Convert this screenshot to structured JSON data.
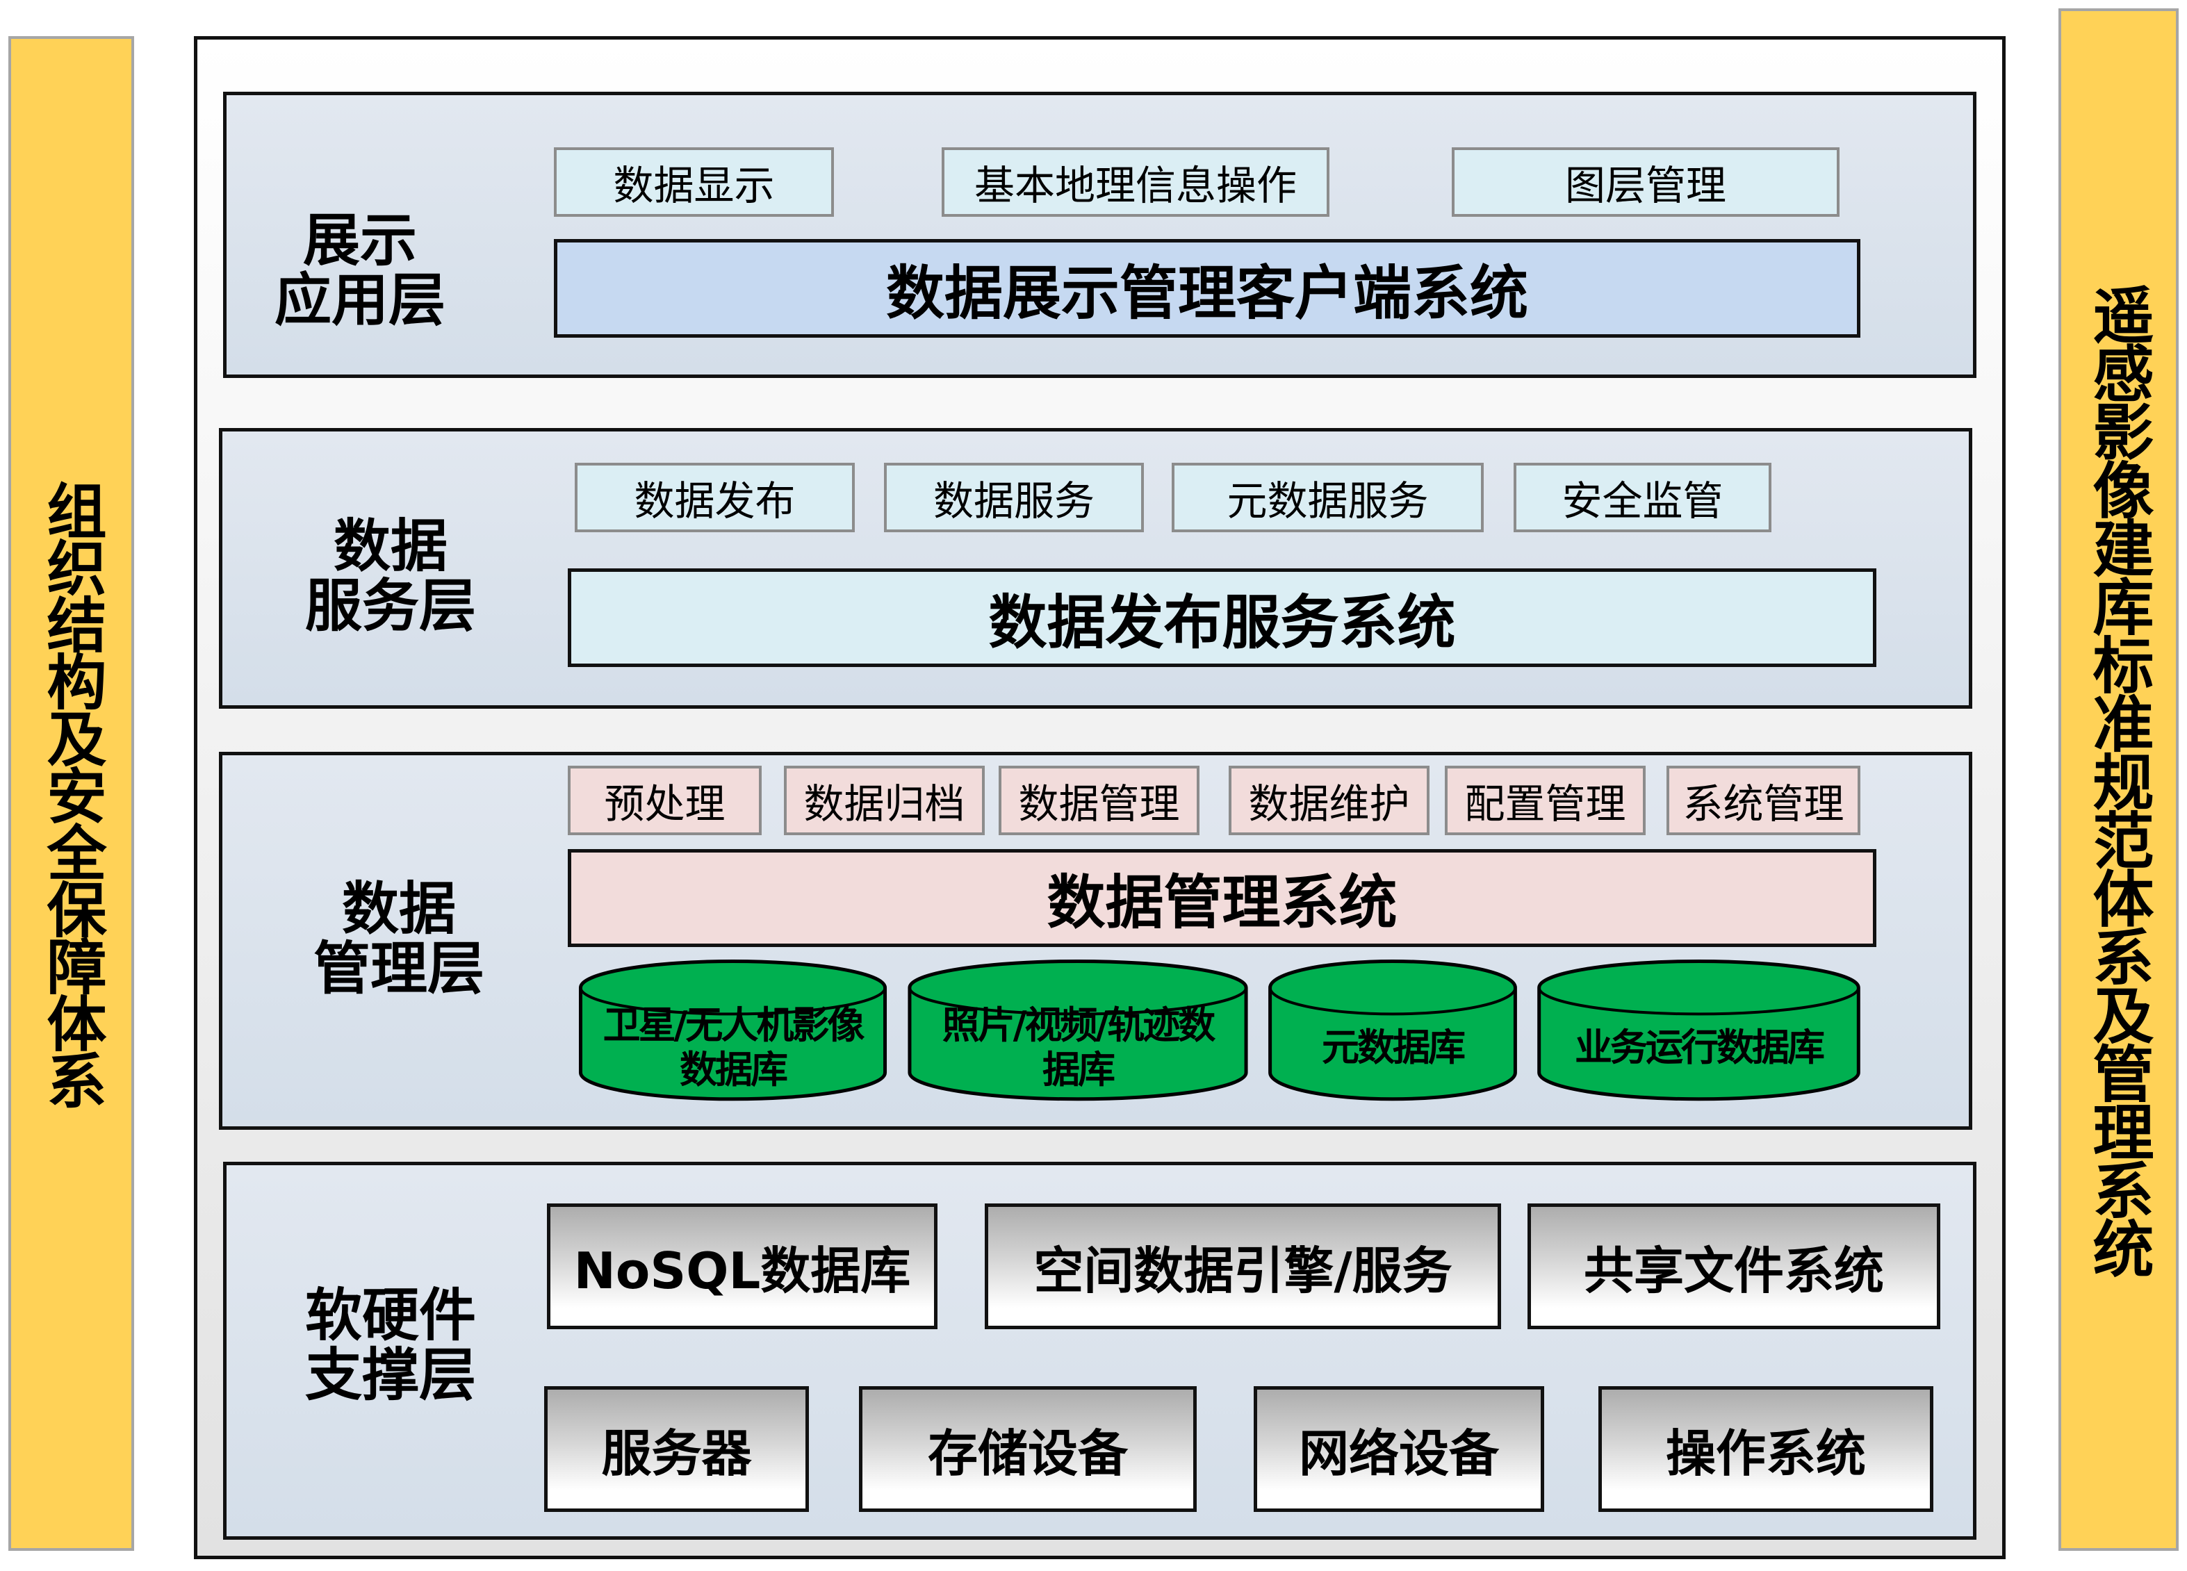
{
  "left_bar": {
    "label": "组织结构及安全保障体系"
  },
  "right_bar": {
    "label": "遥感影像建库标准规范体系及管理系统"
  },
  "colors": {
    "side": "#FFD257",
    "cylinder": "#00B050",
    "blue_box": "#C6D9F1",
    "light_blue": "#DBEEF4",
    "pink": "#F2DCDB"
  },
  "layers": {
    "presentation": {
      "label": "展示\n应用层",
      "modules": [
        "数据显示",
        "基本地理信息操作",
        "图层管理"
      ],
      "system": "数据展示管理客户端系统"
    },
    "service": {
      "label": "数据\n服务层",
      "modules": [
        "数据发布",
        "数据服务",
        "元数据服务",
        "安全监管"
      ],
      "system": "数据发布服务系统"
    },
    "management": {
      "label": "数据\n管理层",
      "modules": [
        "预处理",
        "数据归档",
        "数据管理",
        "数据维护",
        "配置管理",
        "系统管理"
      ],
      "system": "数据管理系统",
      "databases": [
        "卫星/无人机影像\n数据库",
        "照片/视频/轨迹数\n据库",
        "元数据库",
        "业务运行数据库"
      ]
    },
    "support": {
      "label": "软硬件\n支撑层",
      "software": [
        "NoSQL数据库",
        "空间数据引擎/服务",
        "共享文件系统"
      ],
      "hardware": [
        "服务器",
        "存储设备",
        "网络设备",
        "操作系统"
      ]
    }
  }
}
